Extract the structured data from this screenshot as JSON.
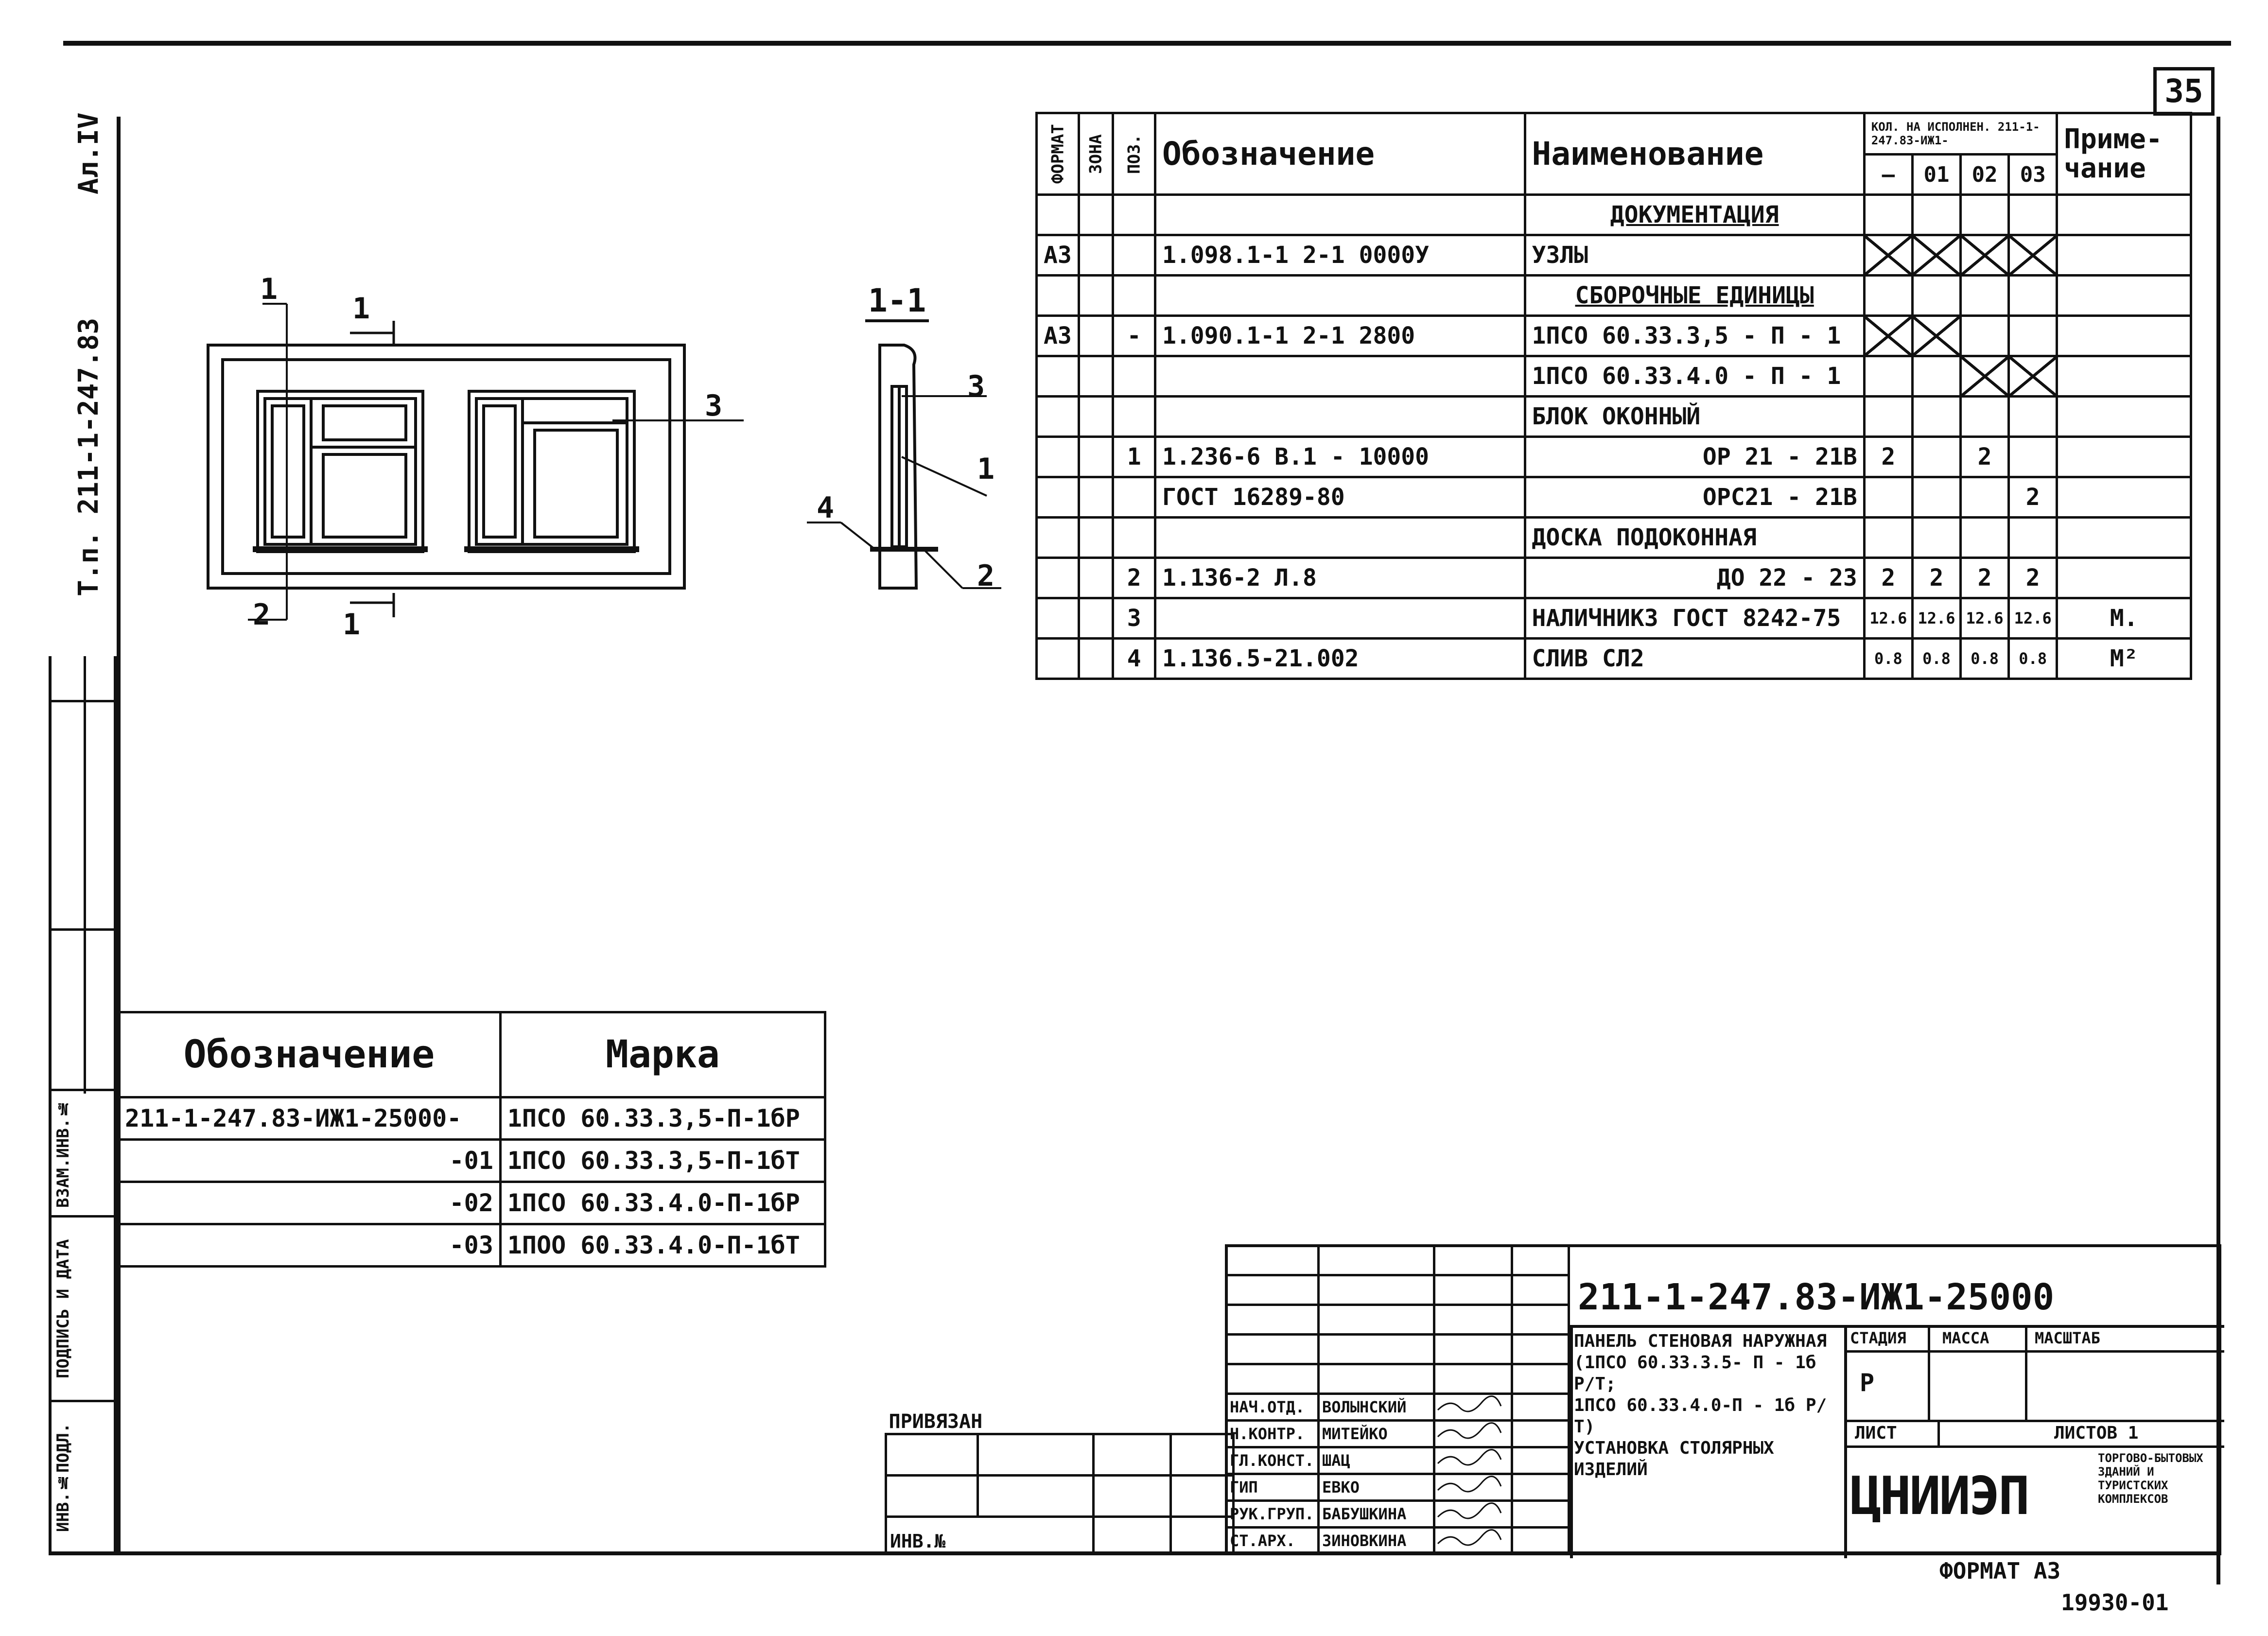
{
  "sheet_number": "35",
  "left_margin_top": "Ал.IV",
  "left_margin_code": "Т.п. 211-1-247.83",
  "left_stamps": [
    "ИНВ.№ПОДЛ.",
    "ПОДПИСЬ И ДАТА",
    "ВЗАМ.ИНВ.№"
  ],
  "drawing": {
    "section_cut_label": "1",
    "section_title": "1-1",
    "callouts": [
      "1",
      "2",
      "3",
      "4"
    ]
  },
  "spec_table": {
    "headers": {
      "format": "ФОРМАТ",
      "zone": "ЗОНА",
      "pos": "ПОЗ.",
      "designation": "Обозначение",
      "name": "Наименование",
      "qty_group": "КОЛ. НА ИСПОЛНЕН. 211-1-247.83-ИЖ1-",
      "qty_cols": [
        "—",
        "01",
        "02",
        "03"
      ],
      "note": "Приме- чание"
    },
    "rows": [
      {
        "format": "",
        "pos": "",
        "designation": "",
        "name": "ДОКУМЕНТАЦИЯ",
        "q": [
          "",
          "",
          "",
          ""
        ],
        "note": "",
        "section": true,
        "x": [
          false,
          false,
          false,
          false
        ]
      },
      {
        "format": "А3",
        "pos": "",
        "designation": "1.098.1-1 2-1 0000У",
        "name": "УЗЛЫ",
        "q": [
          "",
          "",
          "",
          ""
        ],
        "note": "",
        "section": false,
        "x": [
          true,
          true,
          true,
          true
        ]
      },
      {
        "format": "",
        "pos": "",
        "designation": "",
        "name": "СБОРОЧНЫЕ ЕДИНИЦЫ",
        "q": [
          "",
          "",
          "",
          ""
        ],
        "note": "",
        "section": true,
        "x": [
          false,
          false,
          false,
          false
        ]
      },
      {
        "format": "А3",
        "pos": "-",
        "designation": "1.090.1-1 2-1 2800",
        "name": "1ПСО 60.33.3,5 - П - 1",
        "q": [
          "",
          "",
          "",
          ""
        ],
        "note": "",
        "section": false,
        "x": [
          true,
          true,
          false,
          false
        ]
      },
      {
        "format": "",
        "pos": "",
        "designation": "",
        "name": "1ПСО 60.33.4.0 - П - 1",
        "q": [
          "",
          "",
          "",
          ""
        ],
        "note": "",
        "section": false,
        "x": [
          false,
          false,
          true,
          true
        ]
      },
      {
        "format": "",
        "pos": "",
        "designation": "",
        "name": "БЛОК ОКОННЫЙ",
        "q": [
          "",
          "",
          "",
          ""
        ],
        "note": "",
        "section": false,
        "x": [
          false,
          false,
          false,
          false
        ]
      },
      {
        "format": "",
        "pos": "1",
        "designation": "1.236-6 В.1 - 10000",
        "name": "ОР 21 - 21В",
        "q": [
          "2",
          "",
          "2",
          ""
        ],
        "note": "",
        "section": false,
        "x": [
          false,
          false,
          false,
          false
        ],
        "right": true
      },
      {
        "format": "",
        "pos": "",
        "designation": "ГОСТ 16289-80",
        "name": "ОРС21 - 21В",
        "q": [
          "",
          "",
          "",
          "2"
        ],
        "note": "",
        "section": false,
        "x": [
          false,
          false,
          false,
          false
        ],
        "right": true
      },
      {
        "format": "",
        "pos": "",
        "designation": "",
        "name": "ДОСКА ПОДОКОННАЯ",
        "q": [
          "",
          "",
          "",
          ""
        ],
        "note": "",
        "section": false,
        "x": [
          false,
          false,
          false,
          false
        ]
      },
      {
        "format": "",
        "pos": "2",
        "designation": "1.136-2 Л.8",
        "name": "ДО 22 - 23",
        "q": [
          "2",
          "2",
          "2",
          "2"
        ],
        "note": "",
        "section": false,
        "x": [
          false,
          false,
          false,
          false
        ],
        "right": true
      },
      {
        "format": "",
        "pos": "3",
        "designation": "",
        "name": "НАЛИЧНИК3 ГОСТ 8242-75",
        "q": [
          "12.6",
          "12.6",
          "12.6",
          "12.6"
        ],
        "note": "М.",
        "section": false,
        "x": [
          false,
          false,
          false,
          false
        ]
      },
      {
        "format": "",
        "pos": "4",
        "designation": "1.136.5-21.002",
        "name": "СЛИВ СЛ2",
        "q": [
          "0.8",
          "0.8",
          "0.8",
          "0.8"
        ],
        "note": "М²",
        "section": false,
        "x": [
          false,
          false,
          false,
          false
        ]
      }
    ]
  },
  "marka_table": {
    "headers": {
      "designation": "Обозначение",
      "mark": "Марка"
    },
    "rows": [
      {
        "designation": "211-1-247.83-ИЖ1-25000-",
        "mark": "1ПСО 60.33.3,5-П-1бР"
      },
      {
        "designation": "-01",
        "mark": "1ПСО 60.33.3,5-П-1бТ"
      },
      {
        "designation": "-02",
        "mark": "1ПСО 60.33.4.0-П-1бР"
      },
      {
        "designation": "-03",
        "mark": "1ПОО 60.33.4.0-П-1бТ"
      }
    ]
  },
  "privyazan": {
    "label": "ПРИВЯЗАН",
    "inv": "ИНВ.№"
  },
  "title_block": {
    "code": "211-1-247.83-ИЖ1-25000",
    "title_lines": [
      "ПАНЕЛЬ СТЕНОВАЯ НАРУЖНАЯ",
      "(1ПСО 60.33.3.5- П - 1б Р/Т;",
      "1ПСО 60.33.4.0-П - 1б Р/Т)",
      "УСТАНОВКА СТОЛЯРНЫХ ИЗДЕЛИЙ"
    ],
    "stage_label": "СТАДИЯ",
    "mass_label": "МАССА",
    "scale_label": "МАСШТАБ",
    "stage_value": "Р",
    "sheet_label": "ЛИСТ",
    "sheets_label": "ЛИСТОВ 1",
    "org": "ЦНИИЭП",
    "org_sub": "ТОРГОВО-БЫТОВЫХ ЗДАНИЙ И ТУРИСТСКИХ КОМПЛЕКСОВ",
    "staff": [
      {
        "role": "НАЧ.ОТД.",
        "name": "ВОЛЫНСКИЙ"
      },
      {
        "role": "Н.КОНТР.",
        "name": "МИТЕЙКО"
      },
      {
        "role": "ГЛ.КОНСТ.",
        "name": "ШАЦ"
      },
      {
        "role": "ГИП",
        "name": "ЕВКО"
      },
      {
        "role": "РУК.ГРУП.",
        "name": "БАБУШКИНА"
      },
      {
        "role": "СТ.АРХ.",
        "name": "ЗИНОВКИНА"
      }
    ]
  },
  "format": "ФОРМАТ А3",
  "archive_no": "19930-01"
}
